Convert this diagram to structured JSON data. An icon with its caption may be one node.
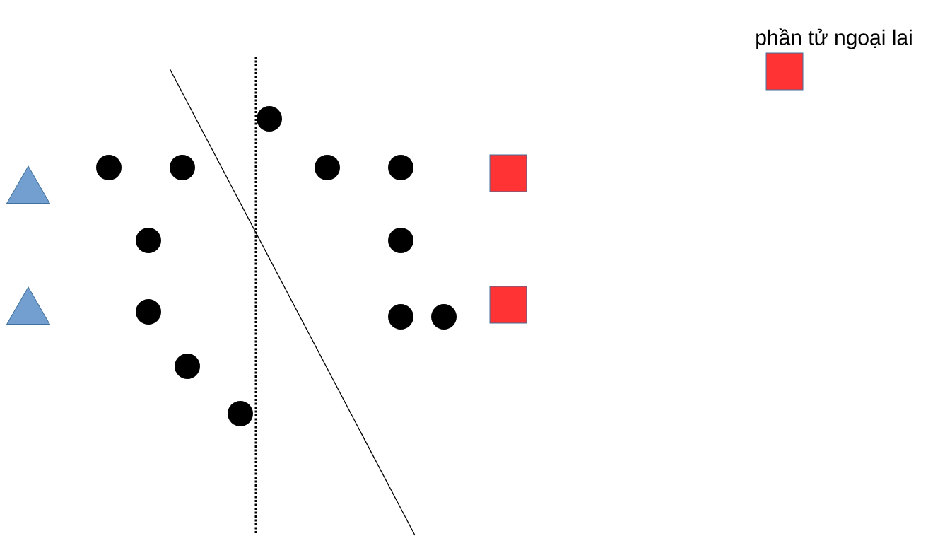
{
  "diagram": {
    "nodes": [
      {
        "text": [],
        "shape": "triangle"
      },
      {
        "text": [],
        "shape": "triangle"
      },
      {
        "text": [],
        "shape": "circle"
      },
      {
        "text": [],
        "shape": "circle"
      },
      {
        "text": [],
        "shape": "circle"
      },
      {
        "text": [],
        "shape": "circle"
      },
      {
        "text": [],
        "shape": "circle"
      },
      {
        "text": [],
        "shape": "circle"
      },
      {
        "text": [],
        "shape": "circle"
      },
      {
        "text": [],
        "shape": "circle"
      },
      {
        "text": [],
        "shape": "circle"
      },
      {
        "text": [],
        "shape": "circle"
      },
      {
        "text": [],
        "shape": "circle"
      },
      {
        "text": [],
        "shape": "circle"
      },
      {
        "text": [],
        "shape": "box"
      },
      {
        "text": [],
        "shape": "box"
      }
    ],
    "legend": [
      {
        "text": "phần tử ngoại lai",
        "color": "#ff3333"
      }
    ]
  }
}
